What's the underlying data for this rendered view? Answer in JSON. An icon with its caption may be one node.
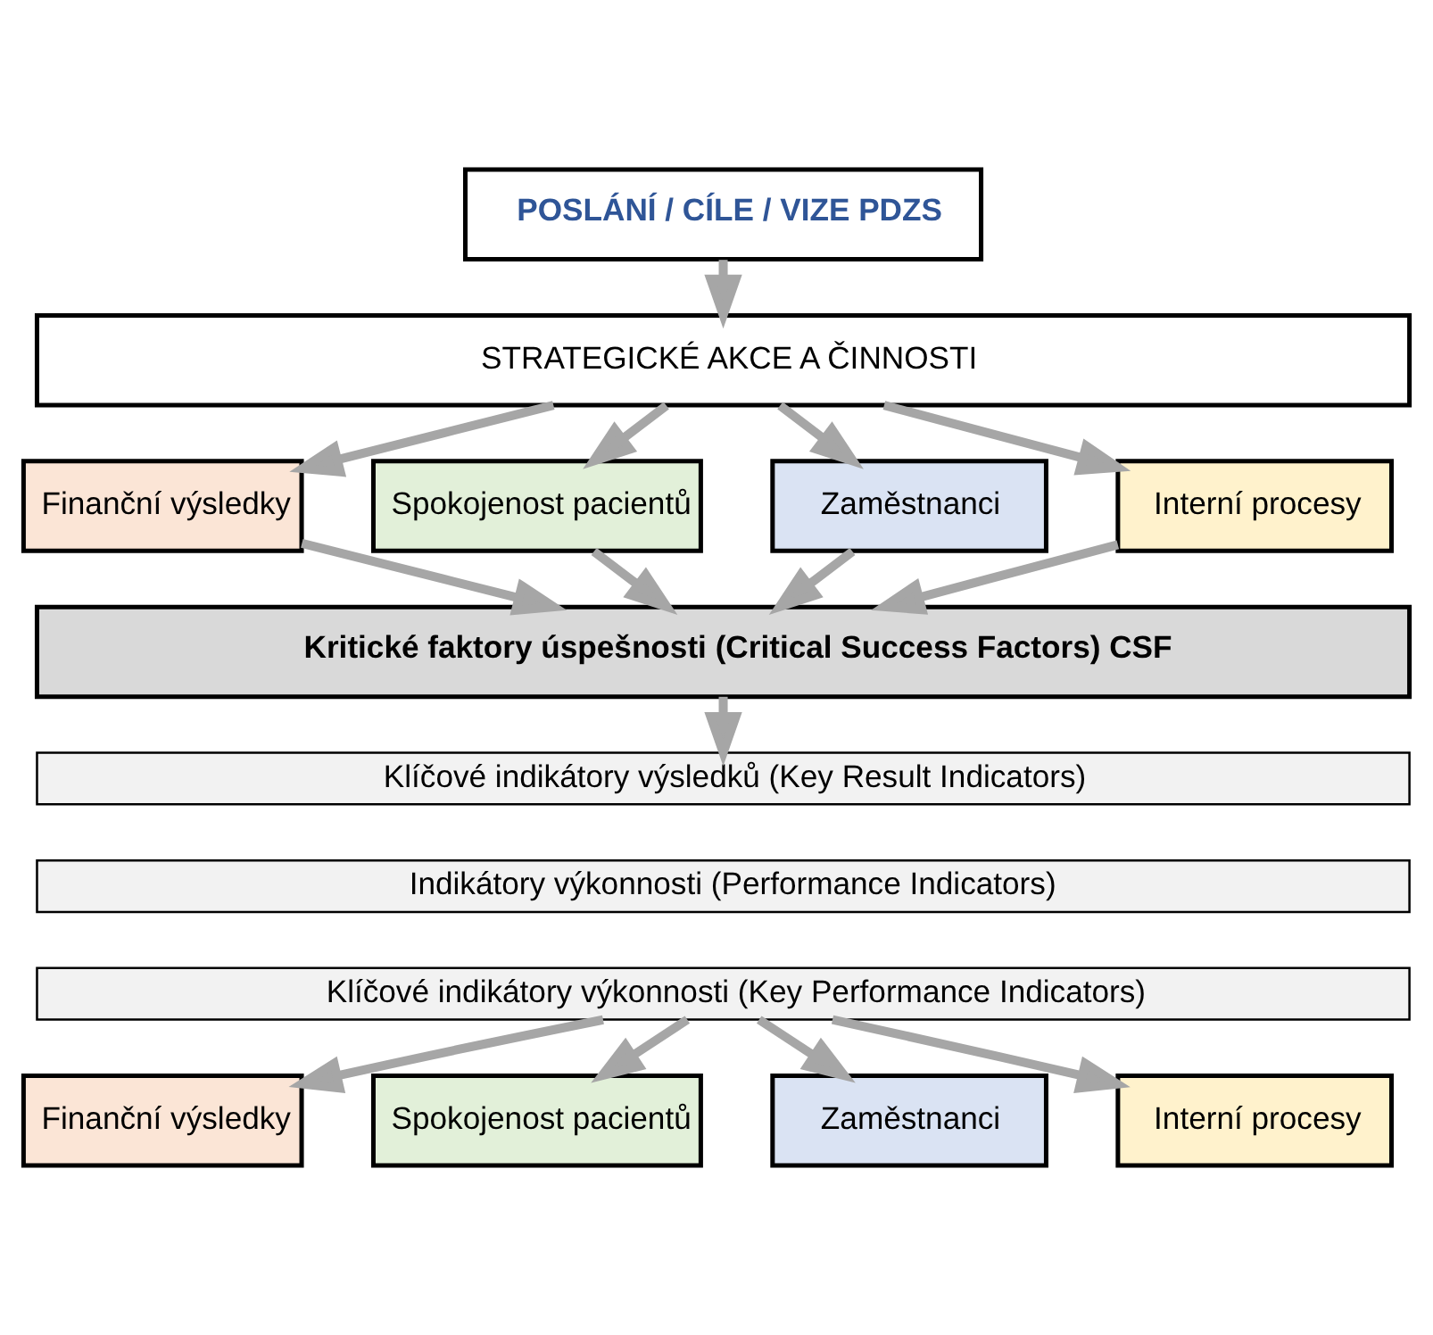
{
  "diagram": {
    "nodes": [
      {
        "text": [
          "POSLÁNÍ / CÍLE / VIZE PDZS"
        ]
      },
      {
        "text": [
          "STRATEGICKÉ AKCE A ČINNOSTI"
        ]
      },
      {
        "text": [
          "Finanční výsledky"
        ]
      },
      {
        "text": [
          "Spokojenost pacientů"
        ]
      },
      {
        "text": [
          "Zaměstnanci"
        ]
      },
      {
        "text": [
          "Interní procesy"
        ]
      },
      {
        "text": [
          "Kritické faktory úspešnosti (Critical Success Factors) CSF"
        ]
      },
      {
        "text": [
          "Klíčové indikátory výsledků (Key Result Indicators)"
        ]
      },
      {
        "text": [
          "Indikátory výkonnosti (Performance Indicators)"
        ]
      },
      {
        "text": [
          "Klíčové indikátory výkonnosti (Key Performance Indicators)"
        ]
      },
      {
        "text": [
          "Finanční výsledky"
        ]
      },
      {
        "text": [
          "Spokojenost pacientů"
        ]
      },
      {
        "text": [
          "Zaměstnanci"
        ]
      },
      {
        "text": [
          "Interní procesy"
        ]
      }
    ],
    "edges": [
      {
        "from": 0,
        "to": 1,
        "arrow": "to"
      },
      {
        "from": 1,
        "to": 2,
        "arrow": "to"
      },
      {
        "from": 1,
        "to": 3,
        "arrow": "to"
      },
      {
        "from": 1,
        "to": 4,
        "arrow": "to"
      },
      {
        "from": 1,
        "to": 5,
        "arrow": "to"
      },
      {
        "from": 2,
        "to": 6,
        "arrow": "to"
      },
      {
        "from": 3,
        "to": 6,
        "arrow": "to"
      },
      {
        "from": 4,
        "to": 6,
        "arrow": "to"
      },
      {
        "from": 5,
        "to": 6,
        "arrow": "to"
      },
      {
        "from": 6,
        "to": 7,
        "arrow": "to"
      },
      {
        "from": 9,
        "to": 10,
        "arrow": "to"
      },
      {
        "from": 9,
        "to": 11,
        "arrow": "to"
      },
      {
        "from": 9,
        "to": 12,
        "arrow": "to"
      },
      {
        "from": 9,
        "to": 13,
        "arrow": "to"
      }
    ]
  }
}
